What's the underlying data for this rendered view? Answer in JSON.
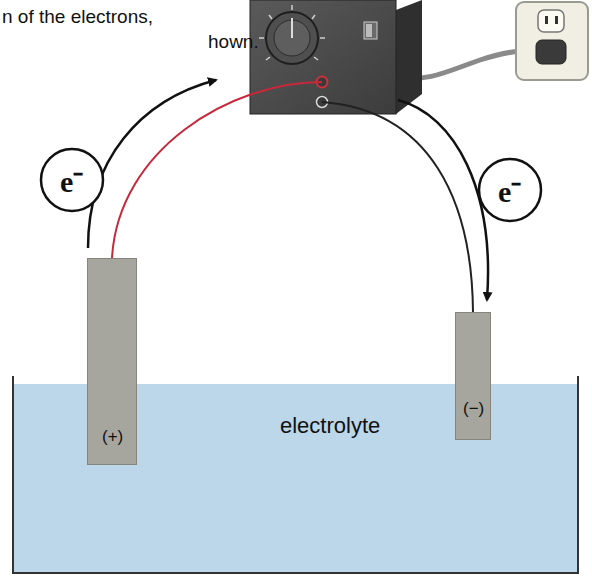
{
  "diagram": {
    "nodes": [
      {
        "text": [
          "e⁻"
        ]
      },
      {
        "text": [
          "e⁻"
        ]
      },
      {
        "text": [
          "(+)"
        ]
      },
      {
        "text": [
          "electrolyte"
        ]
      },
      {
        "text": [
          "(−)"
        ]
      }
    ],
    "labels": [
      "n of the electrons,",
      "hown."
    ]
  }
}
